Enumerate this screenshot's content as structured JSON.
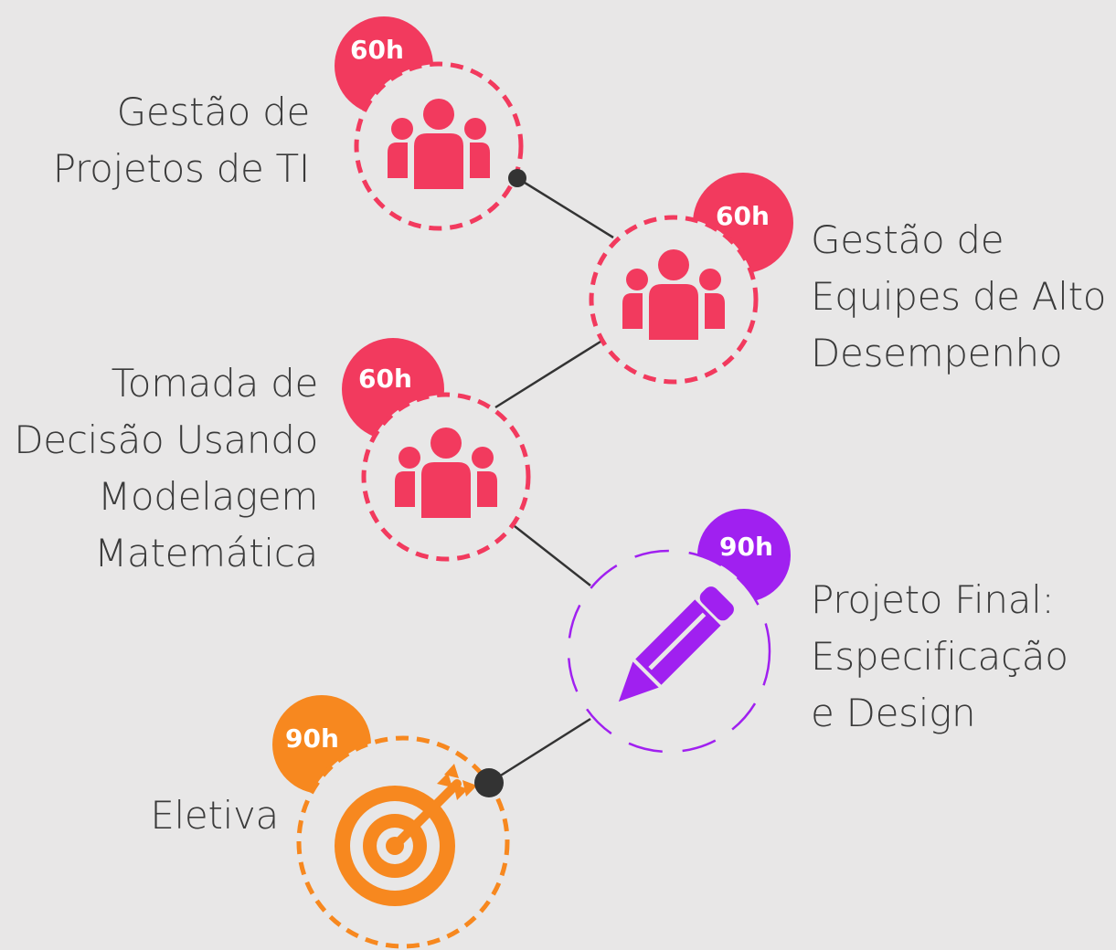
{
  "colors": {
    "background": "#e8e7e7",
    "pink": "#f23a5e",
    "purple": "#a020f0",
    "orange": "#f7881f",
    "connector": "#333333",
    "text": "#3a3a3a"
  },
  "nodes": [
    {
      "id": "gestao-projetos",
      "hours": "60h",
      "icon": "people-icon",
      "color": "#f23a5e",
      "label_lines": [
        "Gestão de",
        "Projetos de TI"
      ]
    },
    {
      "id": "gestao-equipes",
      "hours": "60h",
      "icon": "people-icon",
      "color": "#f23a5e",
      "label_lines": [
        "Gestão de",
        "Equipes de Alto",
        "Desempenho"
      ]
    },
    {
      "id": "tomada-decisao",
      "hours": "60h",
      "icon": "people-icon",
      "color": "#f23a5e",
      "label_lines": [
        "Tomada de",
        "Decisão Usando",
        "Modelagem",
        "Matemática"
      ]
    },
    {
      "id": "projeto-final",
      "hours": "90h",
      "icon": "pencil-icon",
      "color": "#a020f0",
      "label_lines": [
        "Projeto Final:",
        "Especificação",
        "e Design"
      ]
    },
    {
      "id": "eletiva",
      "hours": "90h",
      "icon": "target-icon",
      "color": "#f7881f",
      "label_lines": [
        "Eletiva"
      ]
    }
  ]
}
